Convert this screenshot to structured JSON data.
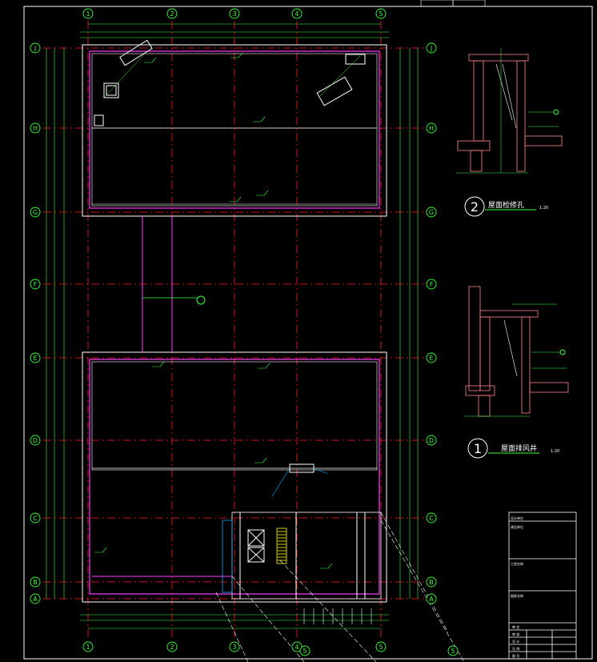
{
  "grid": {
    "columns": [
      "1",
      "2",
      "3",
      "4",
      "5"
    ],
    "rows": [
      "J",
      "H",
      "G",
      "F",
      "E",
      "D",
      "C",
      "B",
      "A"
    ]
  },
  "details": {
    "detail2": {
      "number": "2",
      "title": "屋面检修孔",
      "scale": "1:20"
    },
    "detail1": {
      "number": "1",
      "title": "屋面排风井",
      "scale": "1:20"
    }
  },
  "title_block": {
    "labels": [
      "设计单位",
      "建设单位",
      "工程名称",
      "图纸名称",
      "审 定",
      "审 核",
      "设 计",
      "比 例",
      "图 号"
    ]
  },
  "colors": {
    "background": "#000000",
    "line": "#ffffff",
    "axis": "#ff2020",
    "dimension": "#3cff3c",
    "wall": "#ff40ff",
    "bubble": "#3cff3c",
    "hatch": "#ff8888"
  }
}
